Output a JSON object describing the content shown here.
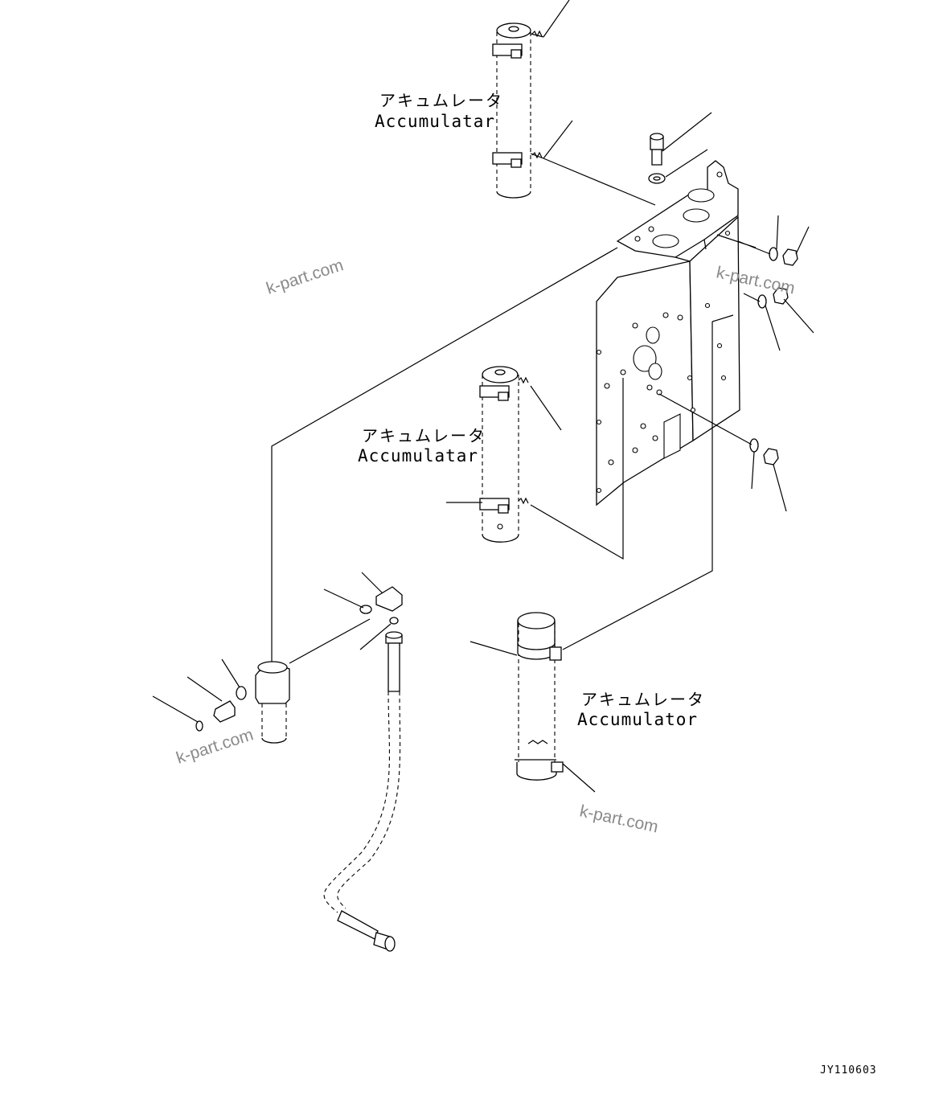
{
  "labels": {
    "accumulator_top": {
      "ja": "アキュムレータ",
      "en": "Accumulatar"
    },
    "accumulator_middle": {
      "ja": "アキュムレータ",
      "en": "Accumulatar"
    },
    "accumulator_bottom": {
      "ja": "アキュムレータ",
      "en": "Accumulator"
    }
  },
  "watermarks": [
    "k-part.com",
    "k-part.com",
    "k-part.com",
    "k-part.com"
  ],
  "drawing_code": "JY110603"
}
